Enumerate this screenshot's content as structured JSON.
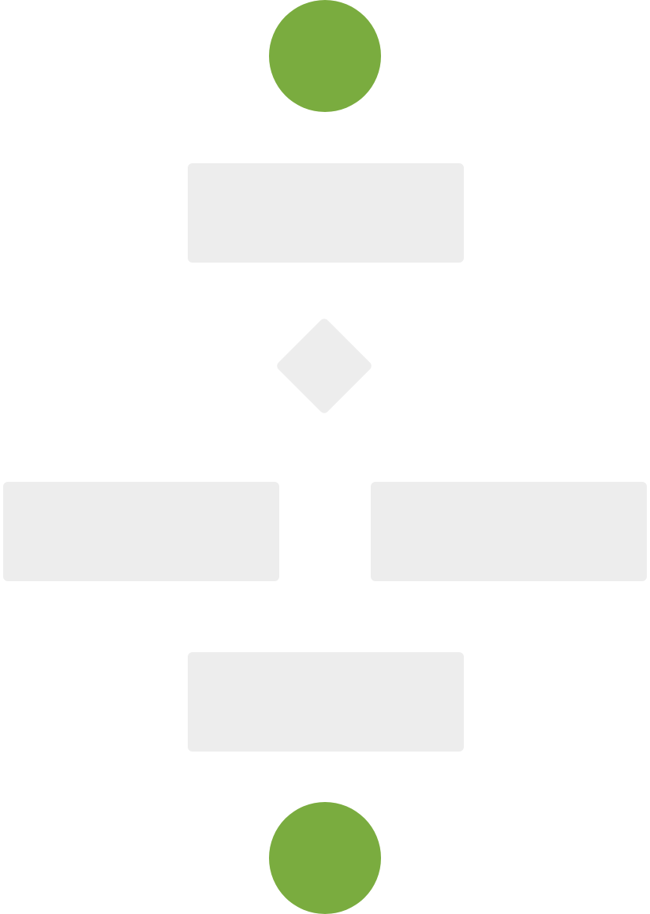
{
  "diagram": {
    "colors": {
      "terminal_fill": "#7aac3f",
      "box_fill": "#ededed",
      "background": "#ffffff"
    },
    "nodes": [
      {
        "id": "start",
        "shape": "circle",
        "label": ""
      },
      {
        "id": "step-1",
        "shape": "rounded-rectangle",
        "label": ""
      },
      {
        "id": "decision",
        "shape": "diamond",
        "label": ""
      },
      {
        "id": "branch-left",
        "shape": "rounded-rectangle",
        "label": ""
      },
      {
        "id": "branch-right",
        "shape": "rounded-rectangle",
        "label": ""
      },
      {
        "id": "step-merge",
        "shape": "rounded-rectangle",
        "label": ""
      },
      {
        "id": "end",
        "shape": "circle",
        "label": ""
      }
    ]
  }
}
